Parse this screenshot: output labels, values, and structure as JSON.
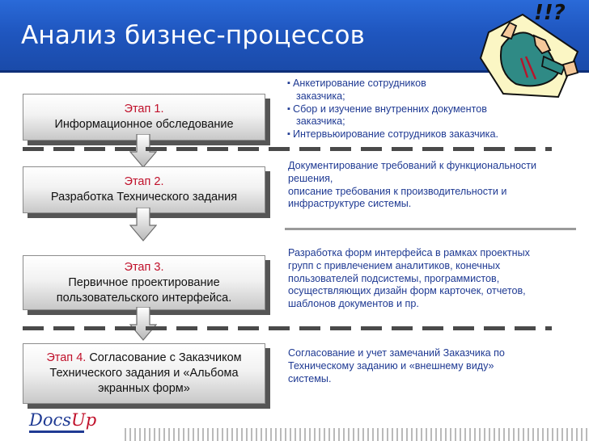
{
  "slide": {
    "title": "Анализ бизнес-процессов"
  },
  "stages": [
    {
      "number": "Этап 1.",
      "text": "Информационное обследование"
    },
    {
      "number": "Этап 2.",
      "text": "Разработка Технического задания"
    },
    {
      "number": "Этап 3.",
      "text_line1": "Первичное проектирование",
      "text_line2": "пользовательского интерфейса."
    },
    {
      "number": "Этап 4.",
      "text_line1": "Согласование с Заказчиком",
      "text_line2": "Технического задания и «Альбома",
      "text_line3": "экранных форм»"
    }
  ],
  "descriptions": {
    "stage1": [
      {
        "line1": "Анкетирование сотрудников",
        "line2": "заказчика;"
      },
      {
        "line1": "Сбор и изучение внутренних документов",
        "line2": "заказчика;"
      },
      {
        "line1": "Интервьюирование сотрудников заказчика."
      }
    ],
    "stage2": [
      "Документирование требований к функциональности",
      "решения,",
      "описание требования к производительности и",
      "инфраструктуре системы."
    ],
    "stage3": [
      "Разработка форм интерфейса в рамках проектных",
      "групп с привлечением аналитиков, конечных",
      "пользователей подсистемы, программистов,",
      "осуществляющих дизайн форм карточек, отчетов,",
      "шаблонов документов и пр."
    ],
    "stage4": [
      "Согласование и учет замечаний Заказчика по",
      "Техническому заданию и «внешнему виду»",
      "системы."
    ]
  },
  "cartoon": {
    "exclaim": "!!?"
  },
  "logo": {
    "part1": "Docs",
    "part2": "Up"
  },
  "colors": {
    "title_bar": "#1f56bf",
    "stage_number": "#c0102a",
    "description_text": "#1f3a93"
  }
}
